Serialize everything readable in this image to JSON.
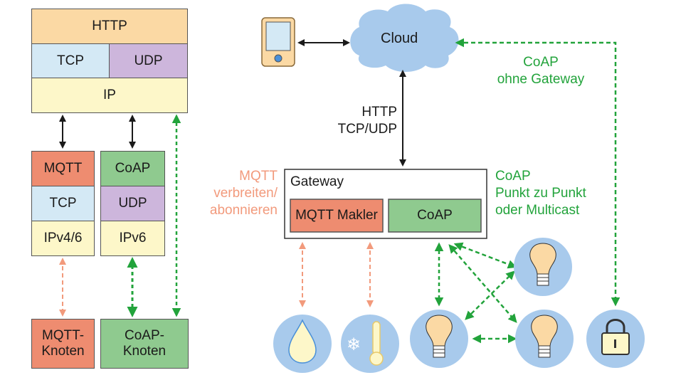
{
  "colors": {
    "http": "#fbd9a4",
    "tcp": "#d4e9f5",
    "udp": "#cdb6dc",
    "ip": "#fdf7c9",
    "mqtt": "#ee8c70",
    "coap": "#8fca8f",
    "cloud": "#a8caec",
    "device_circle": "#a8caec",
    "mqtt_link": "#f29a7c",
    "coap_link": "#22a33b",
    "text_green": "#22a33b",
    "text_salmon": "#f29a7c"
  },
  "left_stack": {
    "http": "HTTP",
    "tcp": "TCP",
    "udp": "UDP",
    "ip": "IP"
  },
  "mqtt_stack": {
    "app": "MQTT",
    "transport": "TCP",
    "network": "IPv4/6"
  },
  "coap_stack": {
    "app": "CoAP",
    "transport": "UDP",
    "network": "IPv6"
  },
  "nodes": {
    "mqtt_node": [
      "MQTT-",
      "Knoten"
    ],
    "coap_node": [
      "CoAP-",
      "Knoten"
    ]
  },
  "right": {
    "cloud_label": "Cloud",
    "http_label": [
      "HTTP",
      "TCP/UDP"
    ],
    "gateway_title": "Gateway",
    "mqtt_broker": "MQTT Makler",
    "coap_box": "CoAP",
    "mqtt_note": [
      "MQTT",
      "verbreiten/",
      "abonnieren"
    ],
    "coap_p2p_note": [
      "CoAP",
      "Punkt zu Punkt",
      "oder Multicast"
    ],
    "coap_no_gw_note": [
      "CoAP",
      "ohne Gateway"
    ]
  },
  "devices": [
    {
      "name": "smartphone",
      "icon": "phone-icon"
    },
    {
      "name": "humidity-sensor",
      "icon": "water-drop-icon"
    },
    {
      "name": "temperature-sensor",
      "icon": "thermometer-icon"
    },
    {
      "name": "lamp-1",
      "icon": "lightbulb-icon"
    },
    {
      "name": "lamp-2",
      "icon": "lightbulb-icon"
    },
    {
      "name": "lamp-3",
      "icon": "lightbulb-icon"
    },
    {
      "name": "lock",
      "icon": "padlock-icon"
    }
  ]
}
